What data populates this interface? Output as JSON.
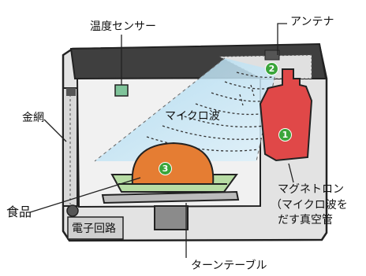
{
  "labels": {
    "temp_sensor": "温度センサー",
    "antenna": "アンテナ",
    "microwave": "マイクロ波",
    "wire_mesh": "金網",
    "food": "食品",
    "circuit": "電子回路",
    "magnetron_title": "マグネトロン",
    "magnetron_desc_1": "（マイクロ波を",
    "magnetron_desc_2": "だす真空管",
    "turntable": "ターンテーブル"
  },
  "badges": {
    "one": "1",
    "two": "2",
    "three": "3"
  },
  "colors": {
    "cabinet": "#e2e2e2",
    "top_bar": "#3f3f3f",
    "magnetron": "#e04848",
    "wave_beam": "#bfe3f3",
    "food": "#e57d33",
    "badge": "#3aa53a",
    "sensor": "#7fc39a"
  }
}
